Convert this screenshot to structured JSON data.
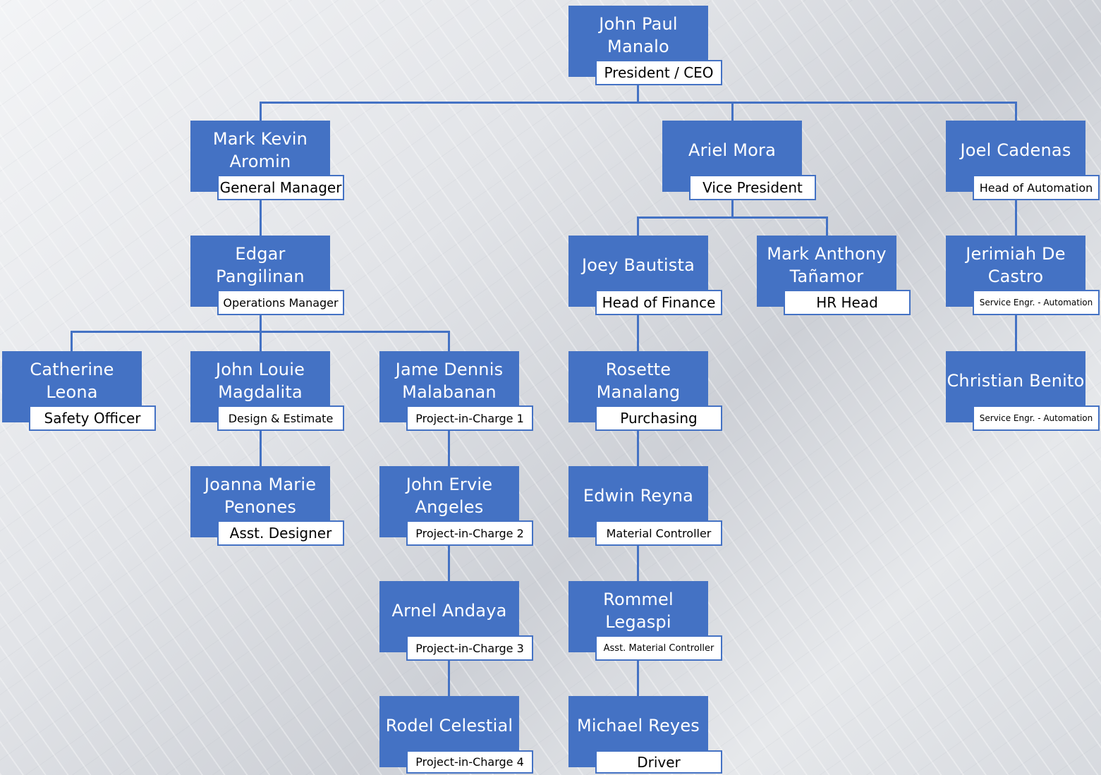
{
  "nodes": [
    {
      "id": "ceo",
      "name": "John Paul\nManalo",
      "title": "President / CEO"
    },
    {
      "id": "gm",
      "name": "Mark Kevin\nAromin",
      "title": "General Manager"
    },
    {
      "id": "vp",
      "name": "Ariel Mora",
      "title": "Vice President"
    },
    {
      "id": "hoa",
      "name": "Joel Cadenas",
      "title": "Head of Automation"
    },
    {
      "id": "om",
      "name": "Edgar Pangilinan",
      "title": "Operations Manager"
    },
    {
      "id": "fin",
      "name": "Joey Bautista",
      "title": "Head of Finance"
    },
    {
      "id": "hr",
      "name": "Mark Anthony\nTañamor",
      "title": "HR Head"
    },
    {
      "id": "se1",
      "name": "Jerimiah De\nCastro",
      "title": "Service Engr. - Automation"
    },
    {
      "id": "safety",
      "name": "Catherine Leona",
      "title": "Safety Officer"
    },
    {
      "id": "design",
      "name": "John Louie\nMagdalita",
      "title": "Design & Estimate"
    },
    {
      "id": "pic1",
      "name": "Jame Dennis\nMalabanan",
      "title": "Project-in-Charge 1"
    },
    {
      "id": "purch",
      "name": "Rosette\nManalang",
      "title": "Purchasing"
    },
    {
      "id": "se2",
      "name": "Christian Benito",
      "title": "Service Engr. - Automation"
    },
    {
      "id": "asstdes",
      "name": "Joanna Marie\nPenones",
      "title": "Asst. Designer"
    },
    {
      "id": "pic2",
      "name": "John Ervie\nAngeles",
      "title": "Project-in-Charge 2"
    },
    {
      "id": "matctrl",
      "name": "Edwin Reyna",
      "title": "Material Controller"
    },
    {
      "id": "pic3",
      "name": "Arnel Andaya",
      "title": "Project-in-Charge 3"
    },
    {
      "id": "asstmat",
      "name": "Rommel Legaspi",
      "title": "Asst. Material Controller"
    },
    {
      "id": "pic4",
      "name": "Rodel Celestial",
      "title": "Project-in-Charge 4"
    },
    {
      "id": "driver",
      "name": "Michael Reyes",
      "title": "Driver"
    }
  ],
  "colors": {
    "box": "#4472c4",
    "label_bg": "#ffffff",
    "line": "#4472c4"
  }
}
